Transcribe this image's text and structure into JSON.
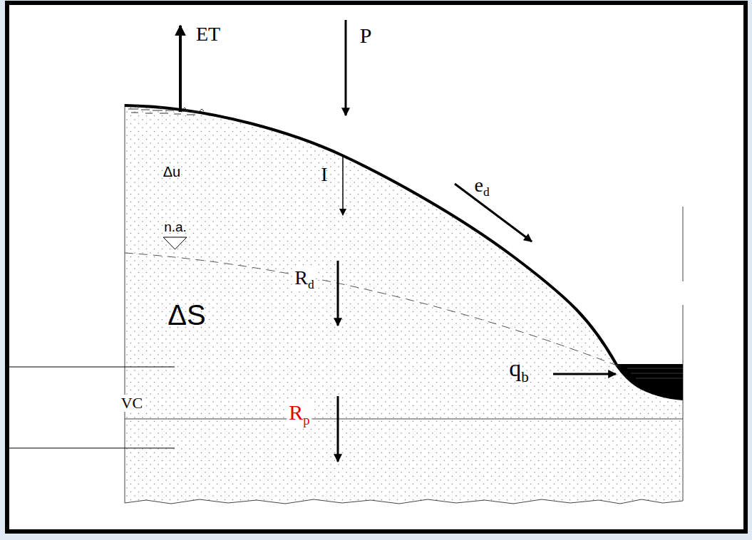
{
  "diagram": {
    "labels": [
      "ET",
      "P",
      "Δu",
      "I",
      "ed",
      "n.a.",
      "Rd",
      "ΔS",
      "qb",
      "VC",
      "Rp"
    ]
  }
}
